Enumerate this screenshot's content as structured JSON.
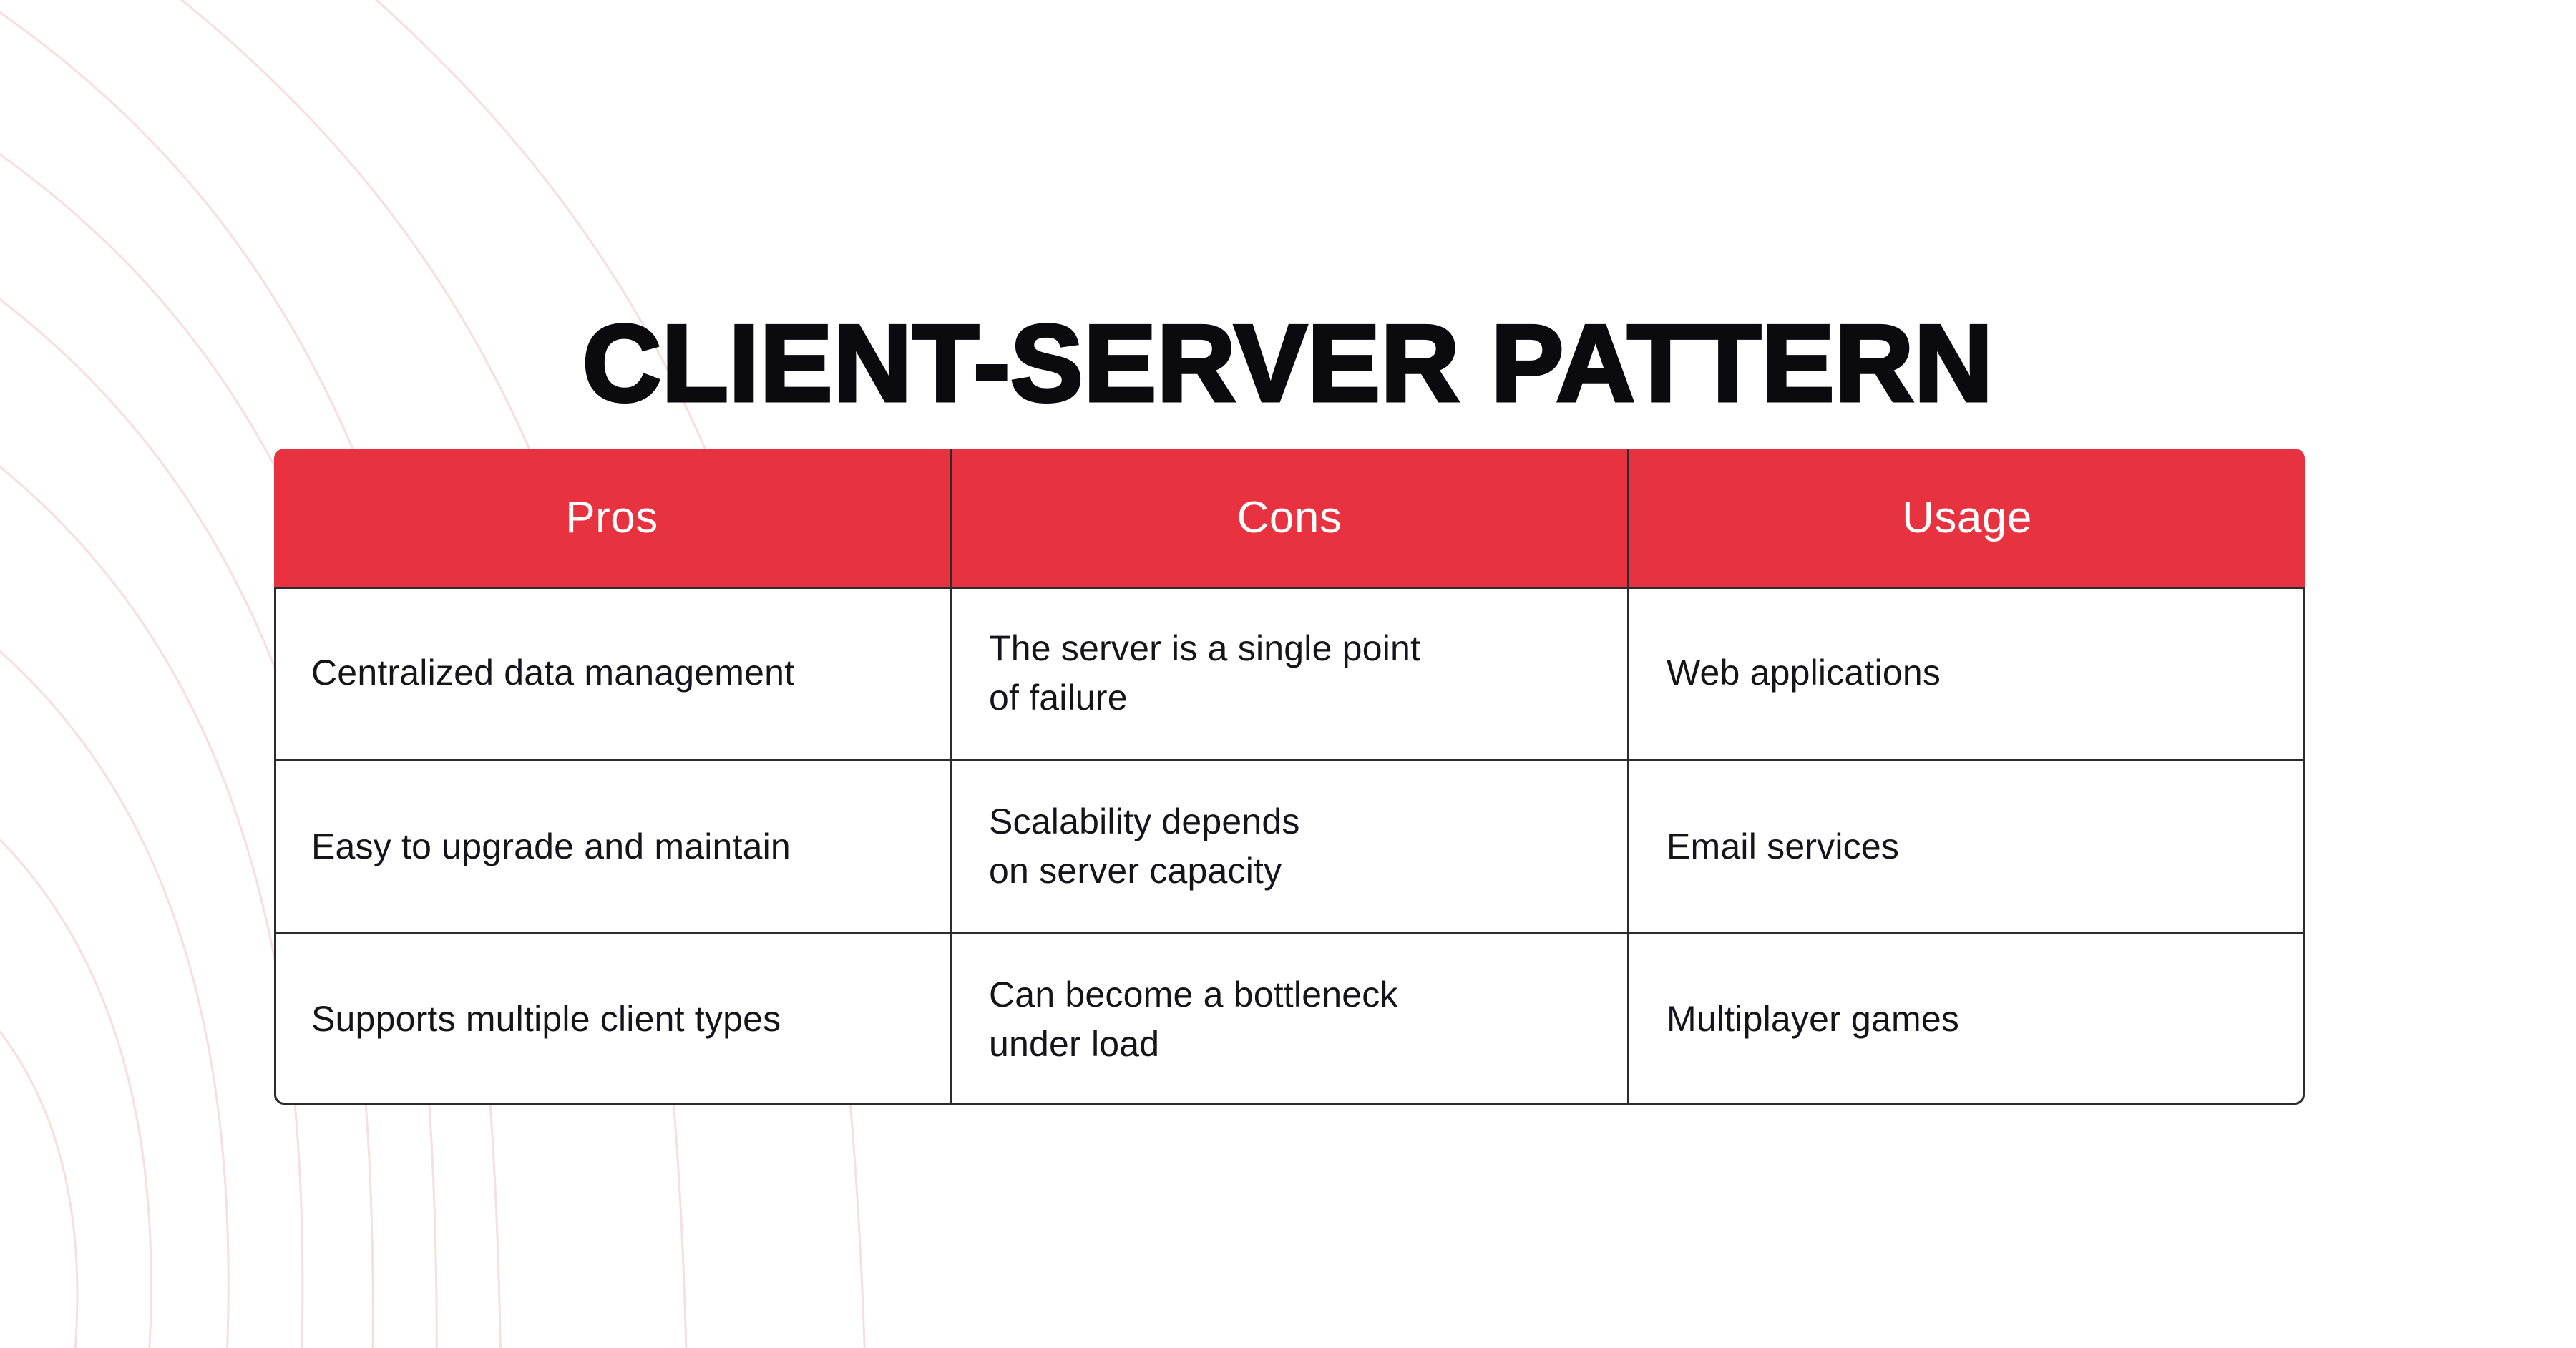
{
  "slide": {
    "title": "CLIENT-SERVER PATTERN",
    "background_color": "#ffffff",
    "accent_color": "#e8323f",
    "text_color": "#14141a",
    "border_color": "#2b2b31",
    "decor_color": "#f7e2e4"
  },
  "table": {
    "columns": [
      {
        "key": "pros",
        "label": "Pros"
      },
      {
        "key": "cons",
        "label": "Cons"
      },
      {
        "key": "usage",
        "label": "Usage"
      }
    ],
    "rows": [
      {
        "pros": "Centralized data management",
        "cons": "The server is a single point\nof failure",
        "usage": "Web applications"
      },
      {
        "pros": "Easy to upgrade and maintain",
        "cons": "Scalability depends\non server capacity",
        "usage": "Email services"
      },
      {
        "pros": "Supports multiple client types",
        "cons": "Can become a bottleneck\nunder load",
        "usage": "Multiplayer games"
      }
    ]
  }
}
